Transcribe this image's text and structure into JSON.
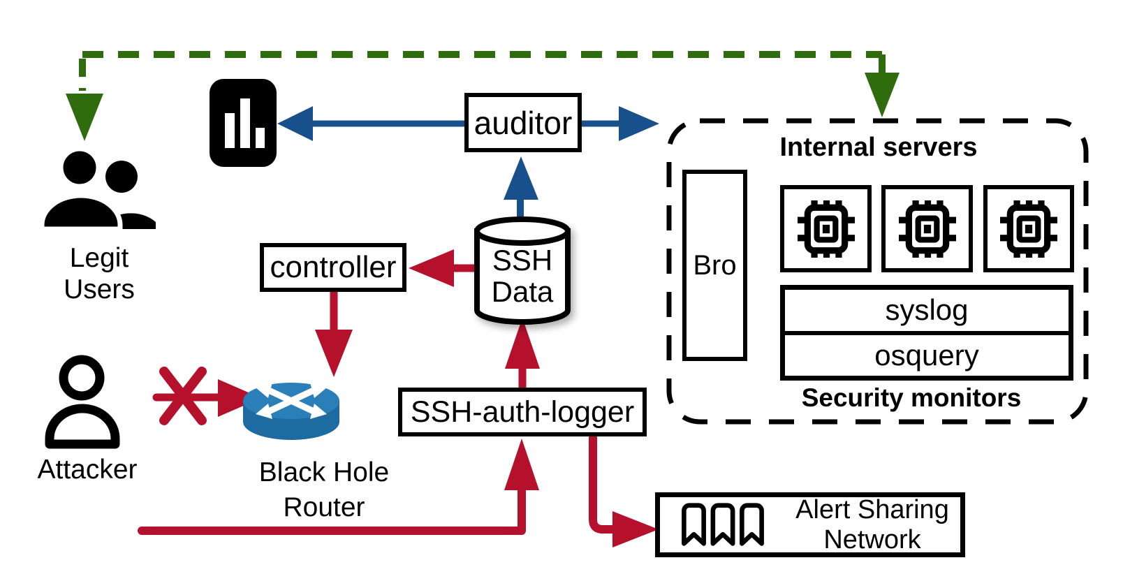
{
  "labels": {
    "legit_users": "Legit\nUsers",
    "attacker": "Attacker",
    "auditor": "auditor",
    "controller": "controller",
    "ssh_data": "SSH\nData",
    "ssh_auth_logger": "SSH-auth-logger",
    "black_hole_router": "Black Hole\nRouter",
    "internal_servers_title": "Internal servers",
    "bro": "Bro",
    "syslog": "syslog",
    "osquery": "osquery",
    "security_monitors": "Security monitors",
    "alert_sharing_network": "Alert Sharing\nNetwork"
  },
  "icons": {
    "chart": "bar-chart-icon",
    "legit_users": "users-icon",
    "attacker": "person-icon",
    "router": "router-icon",
    "ssh_data": "database-cylinder-icon",
    "servers": "cpu-chip-icon",
    "alerts": "bookmark-icon"
  },
  "colors": {
    "legit_flow_green": "#2f6c0e",
    "audit_flow_blue": "#17508a",
    "attack_flow_red": "#b5102c",
    "router_blue_top": "#2a7fb8",
    "router_blue_body": "#1d6ba1",
    "outline_black": "#000000"
  }
}
